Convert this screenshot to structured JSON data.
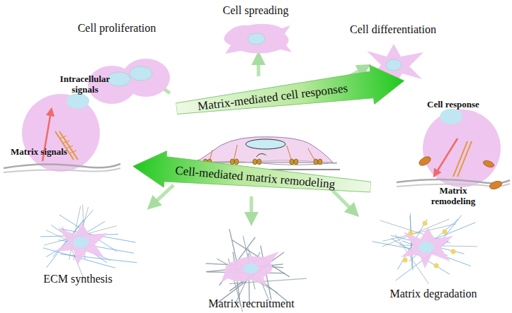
{
  "diagram": {
    "nodes": [
      {
        "text": [
          "Matrix-mediated cell responses"
        ]
      },
      {
        "text": [
          "Cell-mediated matrix remodeling"
        ]
      }
    ],
    "labels": [
      "Cell proliferation",
      "Cell spreading",
      "Cell differentiation",
      "Intracellular signals",
      "Matrix signals",
      "Cell response",
      "Matrix remodeling",
      "ECM synthesis",
      "Matrix recruitment",
      "Matrix degradation"
    ]
  }
}
